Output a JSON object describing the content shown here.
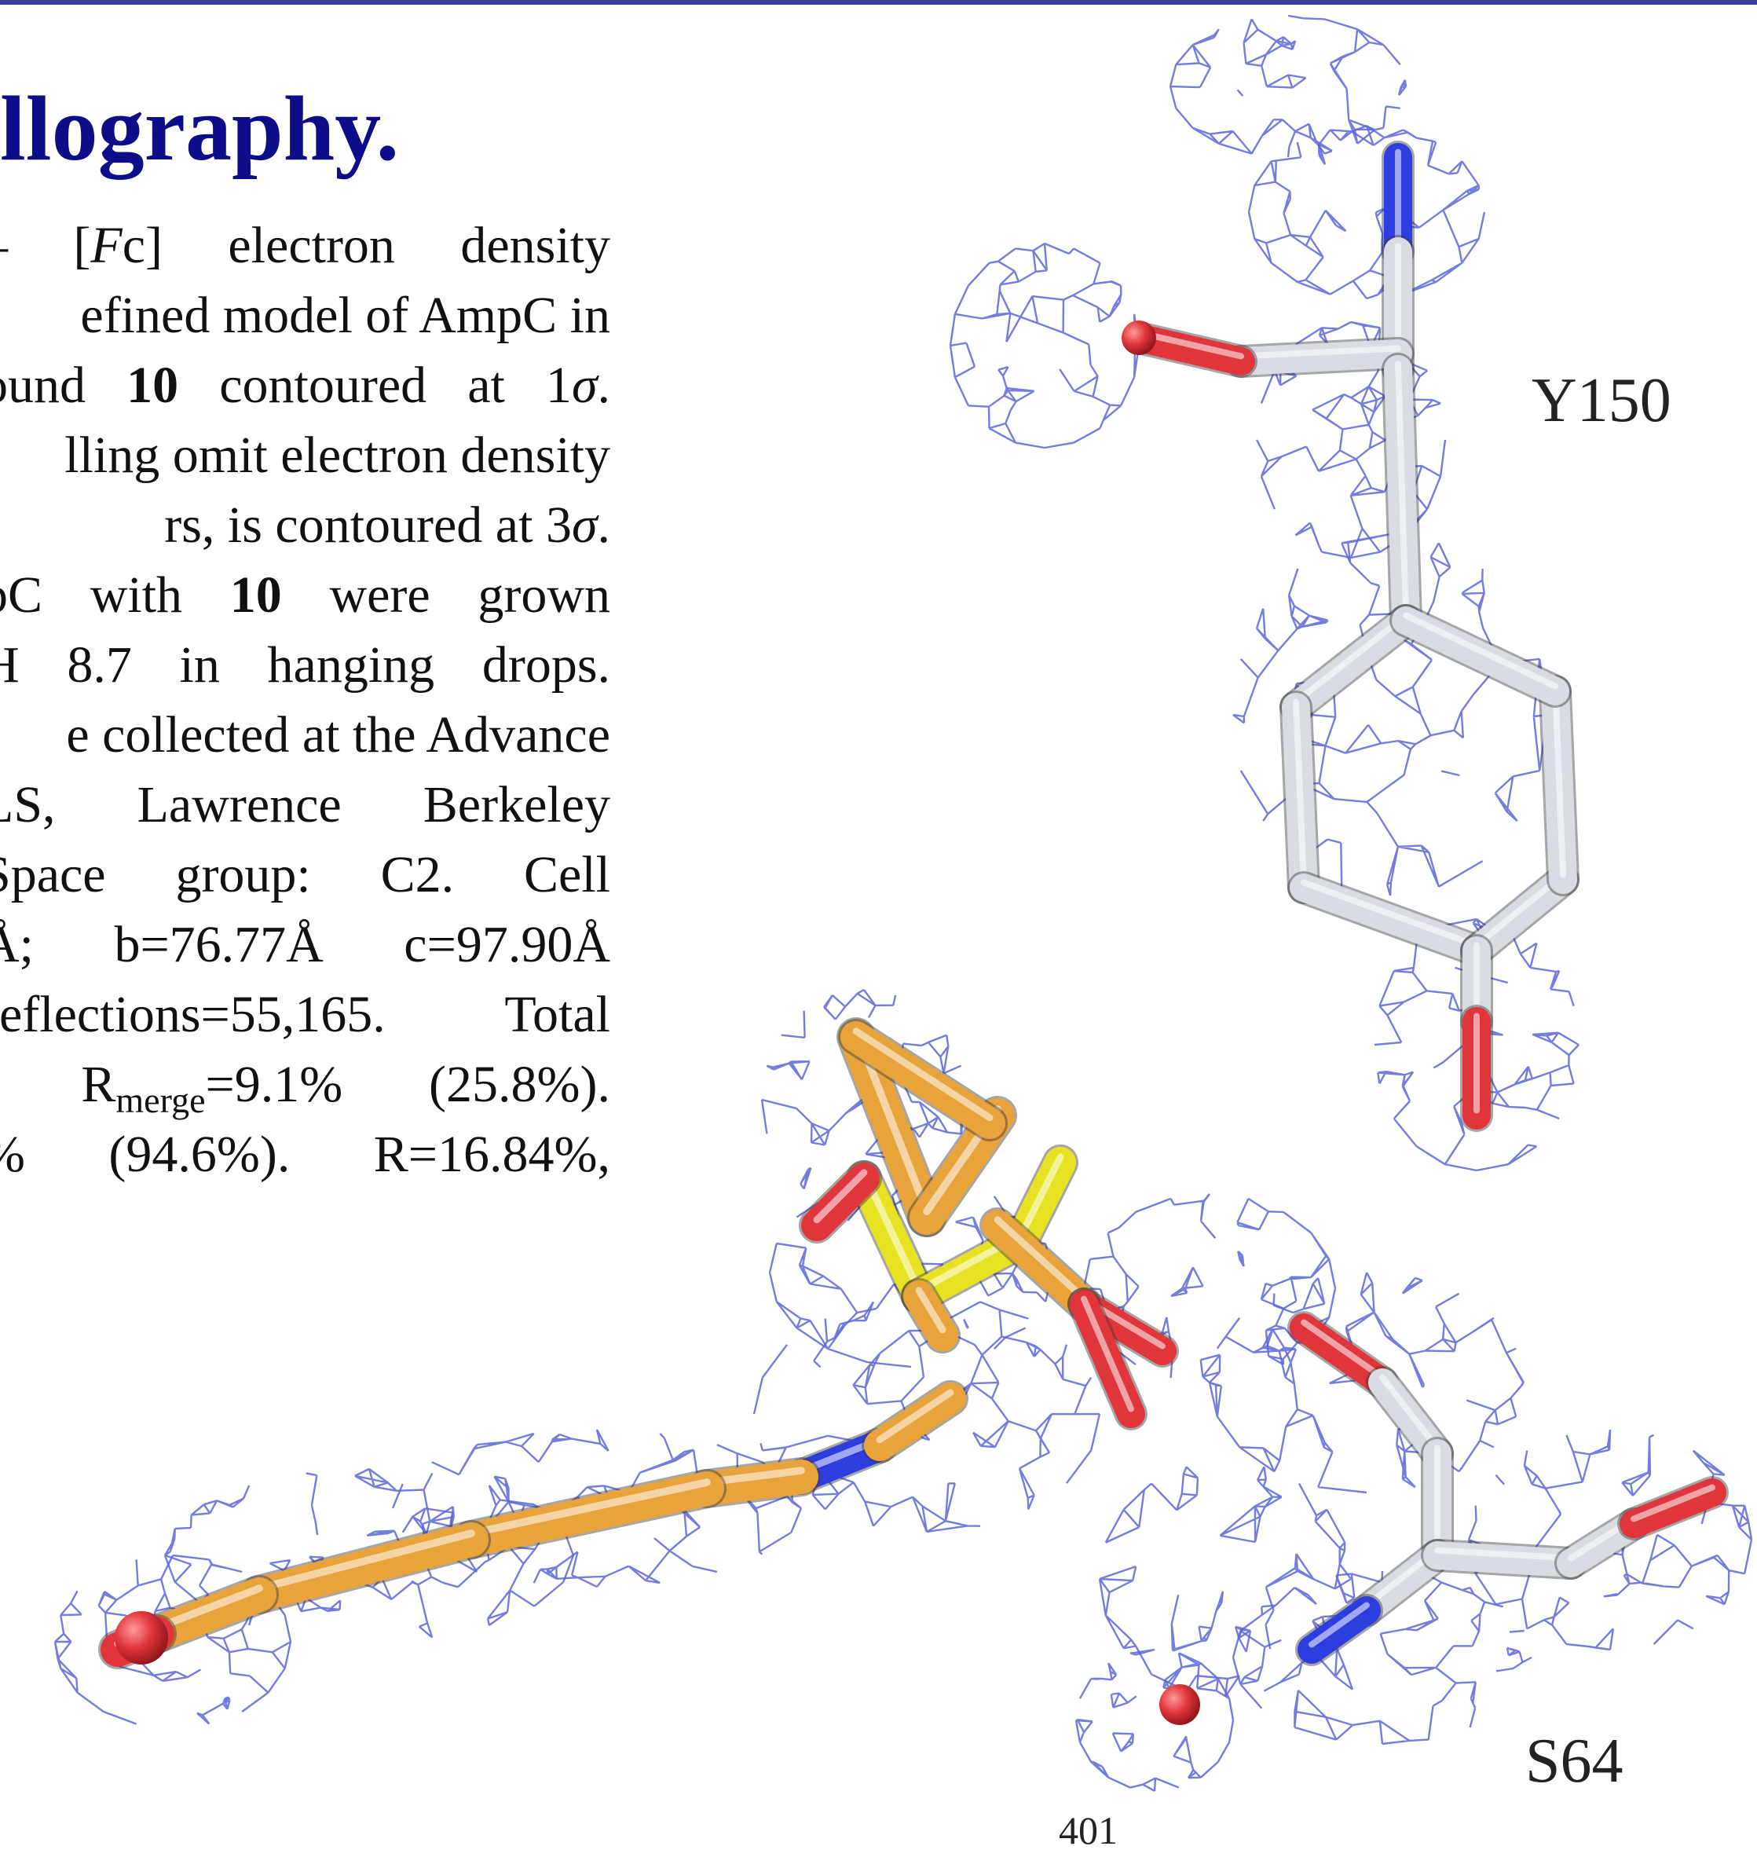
{
  "slide": {
    "title": "llography.",
    "lines": [
      {
        "segments": [
          {
            "t": "– [",
            "s": "n"
          },
          {
            "t": "F",
            "s": "i"
          },
          {
            "t": "c] electron density",
            "s": "n"
          }
        ],
        "justify": true
      },
      {
        "segments": [
          {
            "t": "efined model of AmpC in",
            "s": "n"
          }
        ],
        "justify": false
      },
      {
        "segments": [
          {
            "t": "ound ",
            "s": "n"
          },
          {
            "t": "10",
            "s": "b"
          },
          {
            "t": " contoured at 1",
            "s": "n"
          },
          {
            "t": "σ",
            "s": "i"
          },
          {
            "t": ".",
            "s": "n"
          }
        ],
        "justify": true
      },
      {
        "segments": [
          {
            "t": "lling omit electron density",
            "s": "n"
          }
        ],
        "justify": false
      },
      {
        "segments": [
          {
            "t": "rs, is contoured at 3",
            "s": "n"
          },
          {
            "t": "σ",
            "s": "i"
          },
          {
            "t": ".",
            "s": "n"
          }
        ],
        "justify": false
      },
      {
        "segments": [
          {
            "t": "pC with ",
            "s": "n"
          },
          {
            "t": "10",
            "s": "b"
          },
          {
            "t": " were grown",
            "s": "n"
          }
        ],
        "justify": true
      },
      {
        "segments": [
          {
            "t": "H 8.7 in hanging drops.",
            "s": "n"
          }
        ],
        "justify": true
      },
      {
        "segments": [
          {
            "t": "e collected at the Advance",
            "s": "n"
          }
        ],
        "justify": false
      },
      {
        "segments": [
          {
            "t": "LS, Lawrence Berkeley",
            "s": "n"
          }
        ],
        "justify": true
      },
      {
        "segments": [
          {
            "t": "Space group: C2. Cell",
            "s": "n"
          }
        ],
        "justify": true
      },
      {
        "segments": [
          {
            "t": "Å; b=76.77Å c=97.90Å",
            "s": "n"
          }
        ],
        "justify": true
      },
      {
        "segments": [
          {
            "t": "reflections=55,165. Total",
            "s": "n"
          }
        ],
        "justify": true
      },
      {
        "segments": [
          {
            "t": ". R",
            "s": "n"
          },
          {
            "t": "merge",
            "s": "sub"
          },
          {
            "t": "=9.1% (25.8%).",
            "s": "n"
          }
        ],
        "justify": true
      },
      {
        "segments": [
          {
            "t": "% (94.6%). R=16.84%,",
            "s": "n"
          }
        ],
        "justify": true
      }
    ]
  },
  "figure": {
    "labels": {
      "y150": "Y150",
      "s64": "S64",
      "water": "401"
    },
    "colors": {
      "mesh": "#5b66d8",
      "carbon_protein": "#d9dce3",
      "carbon_ligand": "#e8a33a",
      "sulfur": "#e7e323",
      "nitrogen": "#2c3ee0",
      "oxygen": "#e0353a",
      "rule": "#3c3c9c",
      "title": "#0d0d8a"
    }
  }
}
